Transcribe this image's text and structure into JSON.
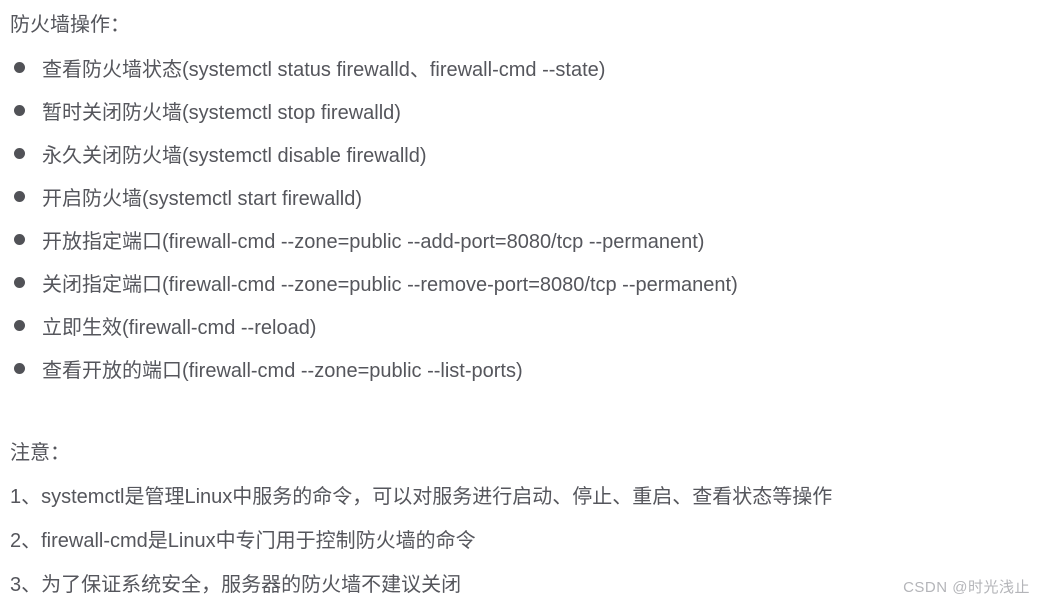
{
  "doc": {
    "title": "防火墙操作：",
    "operations": [
      "查看防火墙状态(systemctl status firewalld、firewall-cmd --state)",
      "暂时关闭防火墙(systemctl stop firewalld)",
      "永久关闭防火墙(systemctl disable firewalld)",
      "开启防火墙(systemctl start firewalld)",
      "开放指定端口(firewall-cmd --zone=public --add-port=8080/tcp --permanent)",
      "关闭指定端口(firewall-cmd --zone=public --remove-port=8080/tcp --permanent)",
      "立即生效(firewall-cmd --reload)",
      "查看开放的端口(firewall-cmd --zone=public --list-ports)"
    ],
    "note_heading": "注意：",
    "notes": [
      "1、systemctl是管理Linux中服务的命令，可以对服务进行启动、停止、重启、查看状态等操作",
      "2、firewall-cmd是Linux中专门用于控制防火墙的命令",
      "3、为了保证系统安全，服务器的防火墙不建议关闭"
    ],
    "watermark": "CSDN @时光浅止",
    "colors": {
      "text": "#55565c",
      "bullet": "#515257",
      "watermark": "#b4b5b9",
      "background": "#ffffff"
    }
  }
}
